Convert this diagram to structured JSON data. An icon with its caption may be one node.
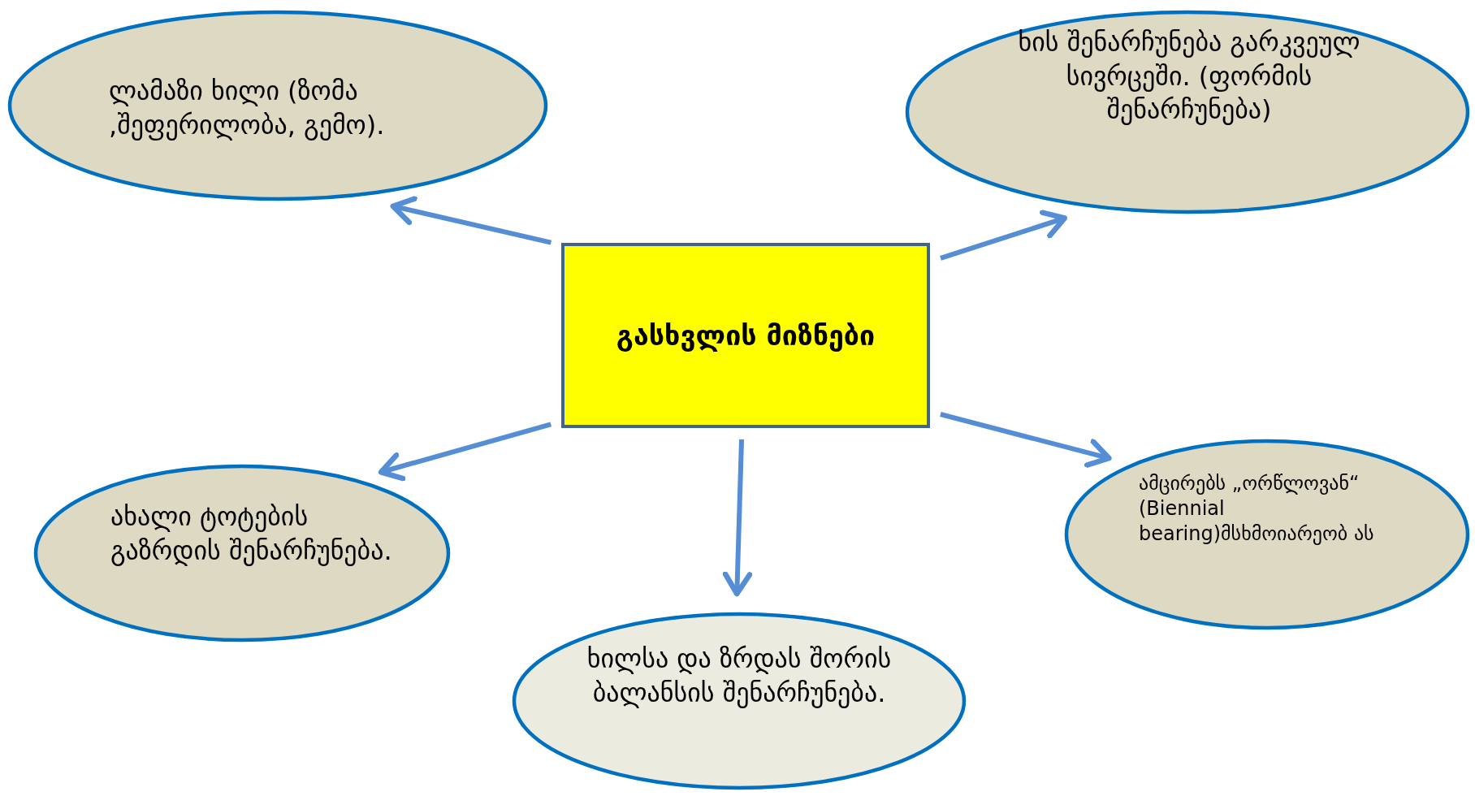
{
  "diagram": {
    "nodes": [
      {
        "text": [
          "ლამაზი ხილი (ზომა ,შეფერილობა, გემო)."
        ]
      },
      {
        "text": [
          "ხის შენარჩუნება გარკვეულ სივრცეში. (ფორმის შენარჩუნება)"
        ]
      },
      {
        "text": [
          "გასხვლის მიზნები"
        ]
      },
      {
        "text": [
          "ახალი ტოტების გაზრდის შენარჩუნება."
        ]
      },
      {
        "text": [
          "ამცირებს „ორწლოვან“ (Biennial bearing)მსხმოიარეობ ას"
        ]
      },
      {
        "text": [
          "ხილსა და ზრდას შორის ბალანსის შენარჩუნება."
        ]
      }
    ],
    "edges": [
      {
        "from": 2,
        "to": 0,
        "arrow": "to"
      },
      {
        "from": 2,
        "to": 1,
        "arrow": "to"
      },
      {
        "from": 2,
        "to": 3,
        "arrow": "to"
      },
      {
        "from": 2,
        "to": 4,
        "arrow": "to"
      },
      {
        "from": 2,
        "to": 5,
        "arrow": "to"
      }
    ]
  }
}
